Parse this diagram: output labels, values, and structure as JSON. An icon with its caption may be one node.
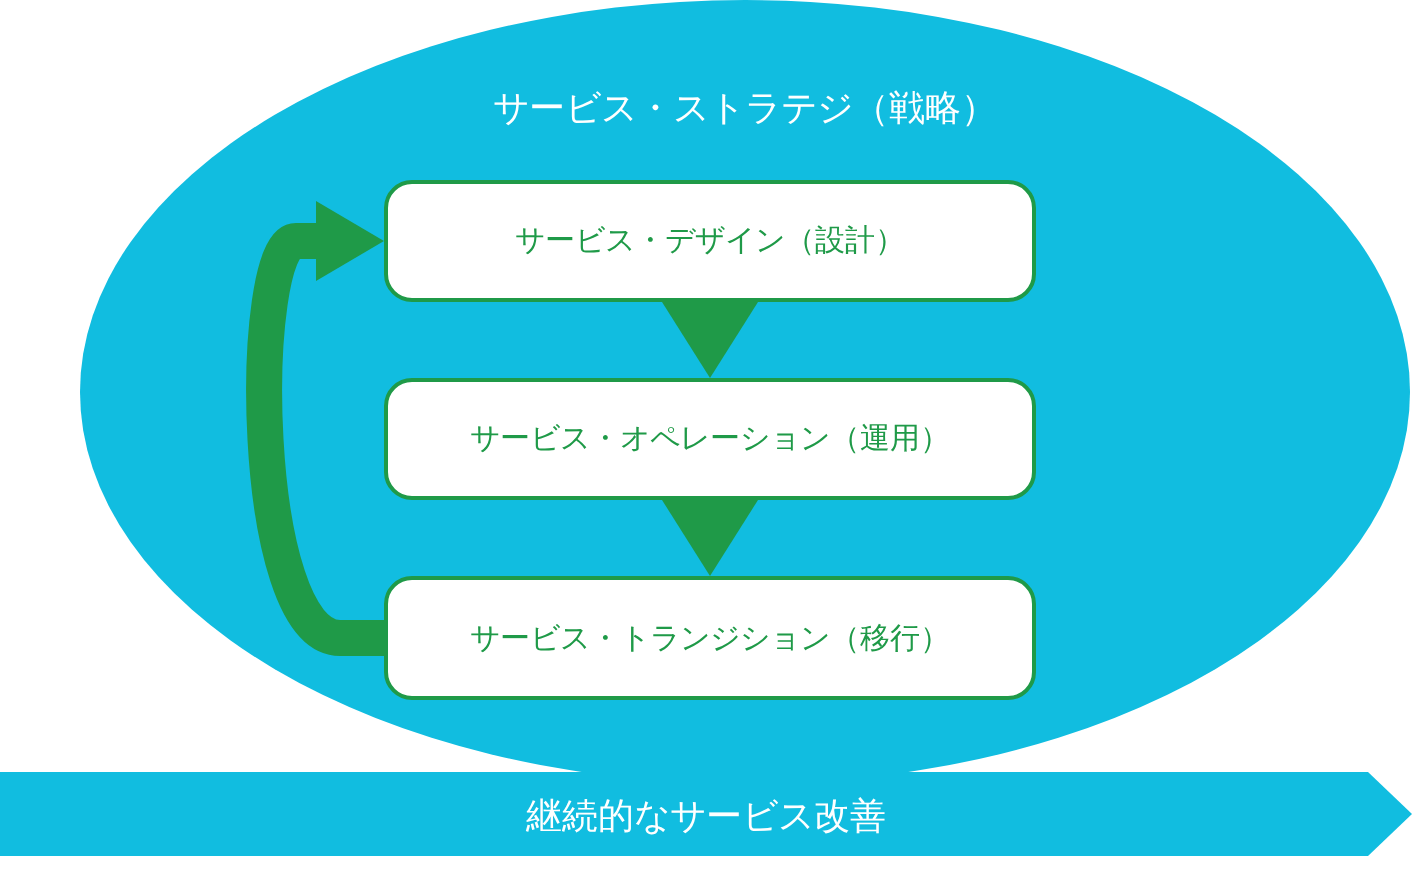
{
  "diagram": {
    "nodes": [
      {
        "text": [
          "サービス・ストラテジ（戦略）"
        ]
      },
      {
        "text": [
          "サービス・デザイン（設計）"
        ],
        "in": 0
      },
      {
        "text": [
          "サービス・オペレーション（運用）"
        ],
        "in": 0
      },
      {
        "text": [
          "サービス・トランジション（移行）"
        ],
        "in": 0
      },
      {
        "text": [
          "継続的なサービス改善"
        ]
      }
    ],
    "edges": [
      {
        "from": 1,
        "to": 2,
        "arrow": "to"
      },
      {
        "from": 2,
        "to": 3,
        "arrow": "to"
      },
      {
        "from": 3,
        "to": 1,
        "arrow": "to"
      }
    ]
  }
}
